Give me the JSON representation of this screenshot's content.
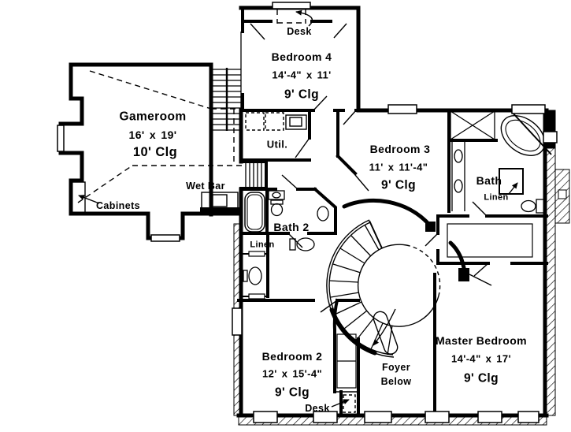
{
  "colors": {
    "ink": "#000000",
    "paper": "#ffffff"
  },
  "rooms": {
    "gameroom": {
      "name": "Gameroom",
      "size": "16' x 19'",
      "ceiling": "10' Clg"
    },
    "bedroom4": {
      "name": "Bedroom 4",
      "size": "14'-4\" x 11'",
      "ceiling": "9' Clg"
    },
    "bedroom3": {
      "name": "Bedroom 3",
      "size": "11' x 11'-4\"",
      "ceiling": "9' Clg"
    },
    "bedroom2": {
      "name": "Bedroom 2",
      "size": "12' x 15'-4\"",
      "ceiling": "9' Clg"
    },
    "master_bedroom": {
      "name": "Master Bedroom",
      "size": "14'-4\" x 17'",
      "ceiling": "9' Clg"
    },
    "bath": {
      "name": "Bath"
    },
    "bath2": {
      "name": "Bath 2"
    },
    "utility": {
      "name": "Util."
    },
    "foyer": {
      "line1": "Foyer",
      "line2": "Below"
    }
  },
  "annotations": {
    "desk_upper": "Desk",
    "desk_lower": "Desk",
    "wet_bar": "Wet Bar",
    "cabinets": "Cabinets",
    "linen_bath2": "Linen",
    "linen_bath": "Linen"
  }
}
